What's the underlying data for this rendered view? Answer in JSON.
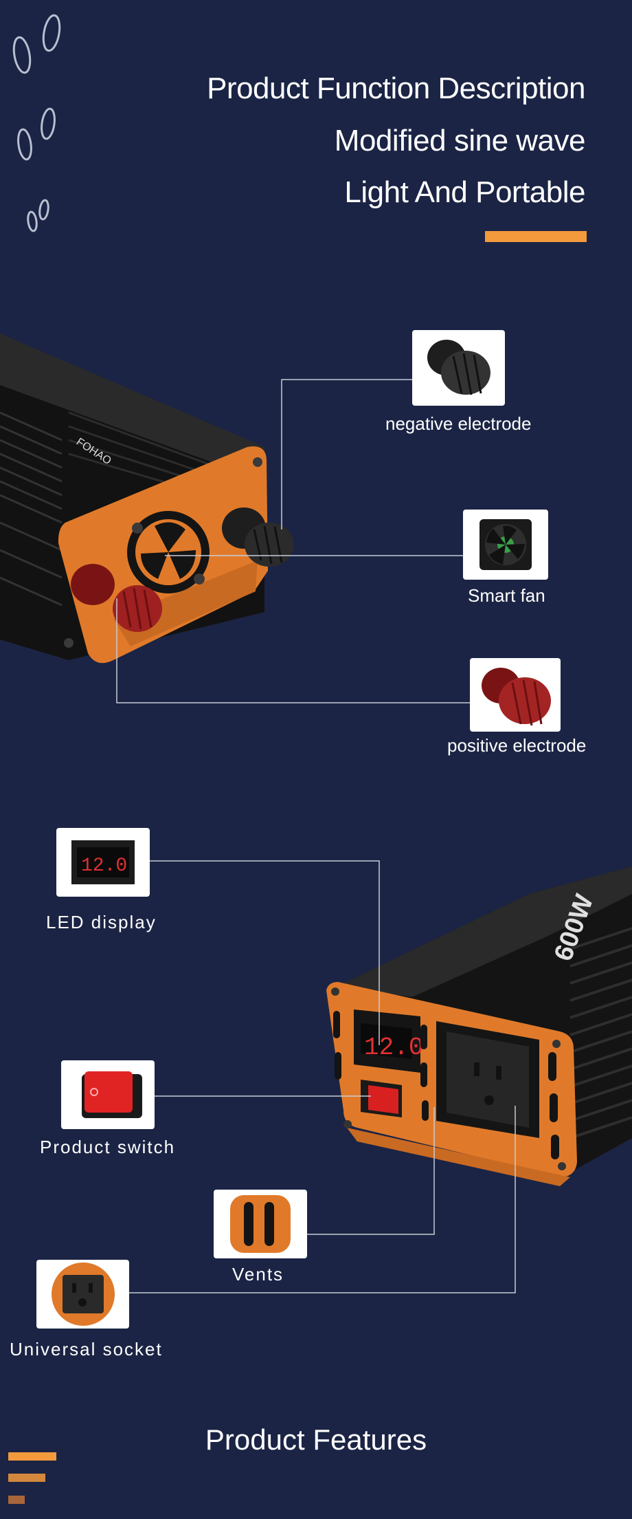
{
  "header": {
    "lines": [
      "Product Function Description",
      "Modified sine wave",
      "Light And Portable"
    ],
    "accent_color": "#f39a3d"
  },
  "top_callouts": {
    "negative_electrode": "negative electrode",
    "smart_fan": "Smart fan",
    "positive_electrode": "positive electrode"
  },
  "bottom_callouts": {
    "led_display": "LED display",
    "product_switch": "Product switch",
    "vents": "Vents",
    "universal_socket": "Universal socket"
  },
  "device": {
    "brand": "FOHAO",
    "model": "600W",
    "display_reading": "12.0"
  },
  "footer": {
    "title": "Product Features"
  },
  "icons": [
    "footprints-icon"
  ],
  "colors": {
    "background": "#1b2444",
    "accent": "#f39a3d",
    "device_orange": "#e07a2a",
    "device_black": "#1a1a1a"
  }
}
